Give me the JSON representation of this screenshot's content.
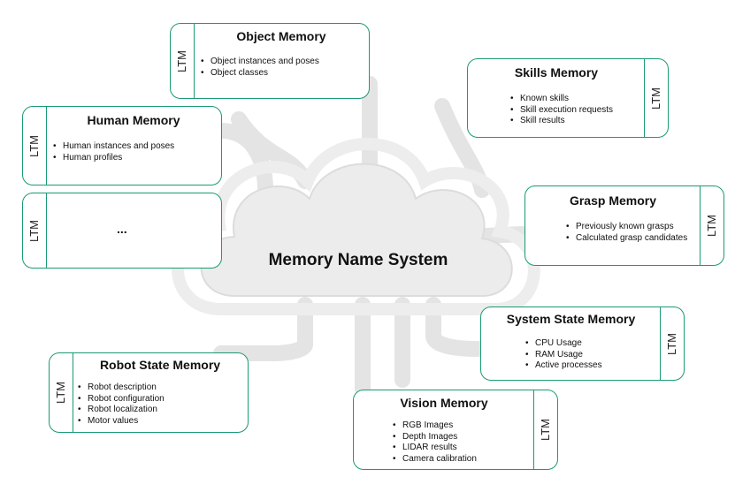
{
  "center": {
    "title": "Memory Name System"
  },
  "memories": {
    "object": {
      "ltm": "LTM",
      "title": "Object Memory",
      "items": [
        "Object instances and poses",
        "Object classes"
      ]
    },
    "skills": {
      "ltm": "LTM",
      "title": "Skills Memory",
      "items": [
        "Known skills",
        "Skill execution requests",
        "Skill results"
      ]
    },
    "human": {
      "ltm": "LTM",
      "title": "Human Memory",
      "items": [
        "Human instances and poses",
        "Human profiles"
      ]
    },
    "more": {
      "ltm": "LTM",
      "label": "..."
    },
    "grasp": {
      "ltm": "LTM",
      "title": "Grasp Memory",
      "items": [
        "Previously known grasps",
        "Calculated grasp candidates"
      ]
    },
    "system": {
      "ltm": "LTM",
      "title": "System State Memory",
      "items": [
        "CPU Usage",
        "RAM Usage",
        "Active processes"
      ]
    },
    "robot": {
      "ltm": "LTM",
      "title": "Robot State Memory",
      "items": [
        "Robot description",
        "Robot configuration",
        "Robot localization",
        "Motor values"
      ]
    },
    "vision": {
      "ltm": "LTM",
      "title": "Vision Memory",
      "items": [
        "RGB Images",
        "Depth Images",
        "LIDAR results",
        "Camera calibration"
      ]
    }
  },
  "colors": {
    "border": "#1a9a74",
    "cloud": "#e9e9e9",
    "cloud_outline": "#dcdcdc"
  }
}
